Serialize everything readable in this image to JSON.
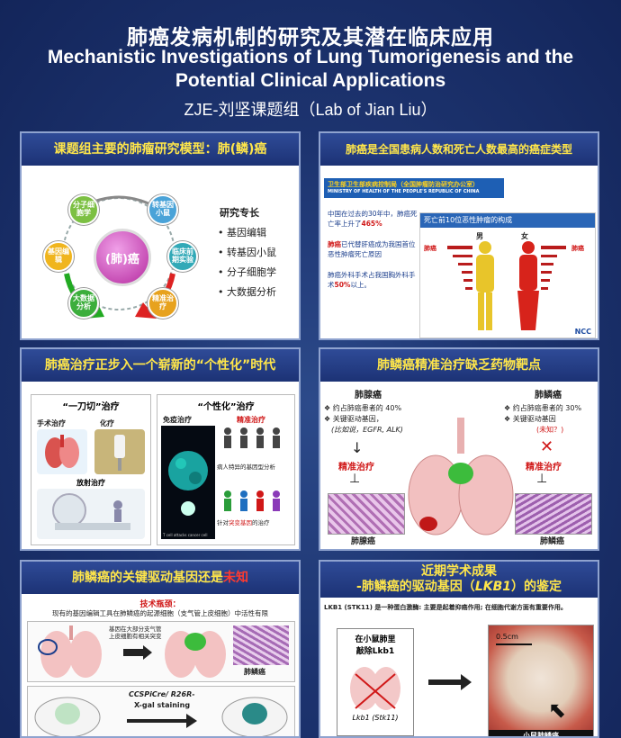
{
  "header": {
    "title_cn": "肺癌发病机制的研究及其潜在临床应用",
    "title_en_line1": "Mechanistic Investigations of Lung Tumorigenesis and the",
    "title_en_line2": "Potential Clinical Applications",
    "group": "ZJE-刘坚课题组（Lab of Jian Liu）"
  },
  "panel1": {
    "title": "课题组主要的肺瘤研究模型：肺(鳞)癌",
    "center": "(肺)癌",
    "nodes": [
      "分子细胞学",
      "转基因小鼠",
      "临床前期实验",
      "精准治疗",
      "大数据分析",
      "基因编辑"
    ],
    "expertise_title": "研究专长",
    "expertise": [
      "基因编辑",
      "转基因小鼠",
      "分子细胞学",
      "大数据分析"
    ]
  },
  "panel2": {
    "title": "肺癌是全国患病人数和死亡人数最高的癌症类型",
    "banner": "卫生部卫生部疾病控制局（全国肿瘤防治研究办公室）",
    "banner_sub": "MINISTRY OF HEALTH OF THE PEOPLE'S REPUBLIC OF CHINA",
    "stat1_pre": "中国在过去的30年中，肺癌死亡率上升了",
    "stat1_val": "465%",
    "stat2_red": "肺癌",
    "stat2_rest": "已代替肝癌成为我国首位恶性肿瘤死亡原因",
    "stat3_pre": "肺癌外科手术占我国胸外科手术",
    "stat3_val": "50%",
    "stat3_post": "以上。",
    "chart_title": "死亡前10位恶性肿瘤的构成",
    "male": "男",
    "female": "女",
    "left_label": "肺癌",
    "right_label": "肺癌",
    "logo": "NCC",
    "colors": {
      "male": "#e8c52a",
      "female": "#d7231b",
      "bar": "#b91c1c"
    }
  },
  "panel3": {
    "title": "肺癌治疗正步入一个崭新的“个性化”时代",
    "left_title": "“一刀切”治疗",
    "surgery": "手术治疗",
    "chemo": "化疗",
    "radio": "放射治疗",
    "right_title": "“个性化”治疗",
    "immune": "免疫治疗",
    "precision": "精准治疗",
    "step1": "病人特异的基因型分析",
    "step2_pre": "针对",
    "step2_red": "突变基因",
    "step2_post": "的治疗",
    "cell_caption": "T cell attacks cancer cell"
  },
  "panel4": {
    "title": "肺鳞癌精准治疗缺乏药物靶点",
    "left_h": "肺腺癌",
    "left_b1": "约占肺癌患者的 40%",
    "left_b2": "关键驱动基因，",
    "left_b3": "(比如说，EGFR, ALK)",
    "right_h": "肺鳞癌",
    "right_b1": "约占肺癌患者的 30%",
    "right_b2": "关键驱动基因",
    "right_b3": "(未知？)",
    "therapy": "精准治疗",
    "left_img": "肺腺癌",
    "right_img": "肺鳞癌"
  },
  "panel5": {
    "title_pre": "肺鳞癌的关键驱动基因还是",
    "title_red": "未知",
    "bottleneck": "技术瓶颈：",
    "line": "现有的基因编辑工具在肺鳞癌的起源细胞（支气管上皮细胞）中活性有限",
    "callout": "基因在大部分支气管上皮细胞有相关突变",
    "img_label": "肺鳞癌",
    "mouse_line1": "CCSPiCre/ R26R-",
    "mouse_line2": "X-gal staining"
  },
  "panel6": {
    "title_line1": "近期学术成果",
    "title_line2_pre": "-肺鳞癌的驱动基因（",
    "title_line2_gene": "LKB1",
    "title_line2_post": "）的鉴定",
    "desc": "LKB1 (STK11) 是一种蛋白激酶: 主要是起着抑癌作用; 在细胞代谢方面有重要作用。",
    "box_line1": "在小鼠肺里",
    "box_line2": "敲除Lkb1",
    "gene_label": "Lkb1 (Stk11)",
    "scale": "0.5cm",
    "result": "小鼠肺鳞癌"
  }
}
